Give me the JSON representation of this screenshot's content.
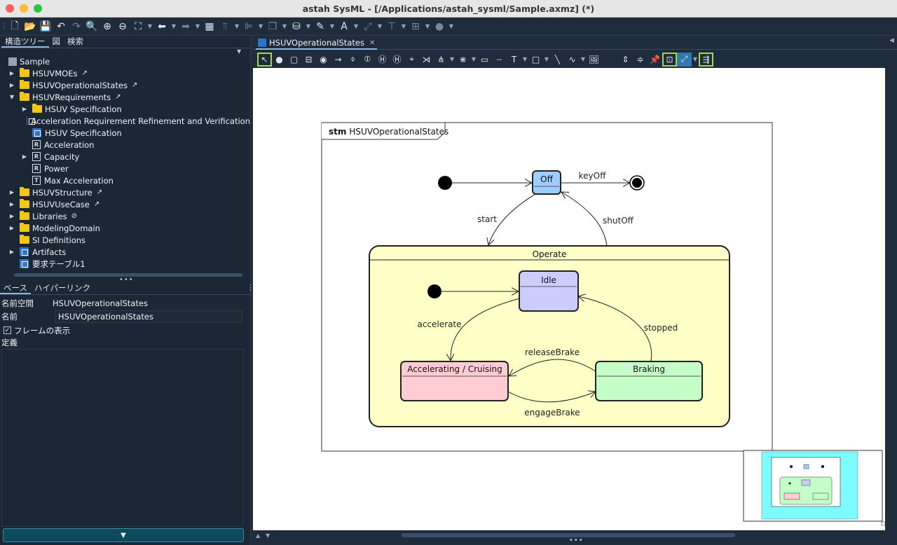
{
  "window": {
    "title": "astah SysML - [/Applications/astah_sysml/Sample.axmz] (*)"
  },
  "left_tabs": [
    "構造ツリー",
    "図",
    "検索"
  ],
  "tree": {
    "root": "Sample",
    "items": [
      {
        "label": "HSUVMOEs",
        "depth": 0,
        "toggle": "▶",
        "icon": "folder-icon",
        "ext": "↗"
      },
      {
        "label": "HSUVOperationalStates",
        "depth": 0,
        "toggle": "▶",
        "icon": "folder-icon",
        "ext": "↗"
      },
      {
        "label": "HSUVRequirements",
        "depth": 0,
        "toggle": "▼",
        "icon": "folder-icon",
        "ext": "↗"
      },
      {
        "label": "HSUV Specification",
        "depth": 1,
        "toggle": "▶",
        "icon": "folder-icon",
        "ext": ""
      },
      {
        "label": "Acceleration Requirement Refinement and Verification",
        "depth": 1,
        "toggle": "",
        "icon": "diagram-icon",
        "ext": ""
      },
      {
        "label": "HSUV Specification",
        "depth": 1,
        "toggle": "",
        "icon": "diagram-icon",
        "ext": ""
      },
      {
        "label": "Acceleration",
        "depth": 1,
        "toggle": "",
        "icon": "requirement-icon",
        "ext": ""
      },
      {
        "label": "Capacity",
        "depth": 1,
        "toggle": "▶",
        "icon": "requirement-icon",
        "ext": ""
      },
      {
        "label": "Power",
        "depth": 1,
        "toggle": "",
        "icon": "requirement-icon",
        "ext": ""
      },
      {
        "label": "Max Acceleration",
        "depth": 1,
        "toggle": "",
        "icon": "text-icon",
        "ext": ""
      },
      {
        "label": "HSUVStructure",
        "depth": 0,
        "toggle": "▶",
        "icon": "folder-icon",
        "ext": "↗"
      },
      {
        "label": "HSUVUseCase",
        "depth": 0,
        "toggle": "▶",
        "icon": "folder-icon",
        "ext": "↗"
      },
      {
        "label": "Libraries",
        "depth": 0,
        "toggle": "▶",
        "icon": "folder-icon",
        "ext": "⊘"
      },
      {
        "label": "ModelingDomain",
        "depth": 0,
        "toggle": "▶",
        "icon": "folder-icon",
        "ext": ""
      },
      {
        "label": "SI Definitions",
        "depth": 0,
        "toggle": "",
        "icon": "folder-icon",
        "ext": ""
      },
      {
        "label": "Artifacts",
        "depth": 0,
        "toggle": "▶",
        "icon": "artifact-icon",
        "ext": ""
      },
      {
        "label": "要求テーブル1",
        "depth": 0,
        "toggle": "",
        "icon": "table-icon",
        "ext": ""
      }
    ]
  },
  "props": {
    "tabs": [
      "ベース",
      "ハイパーリンク"
    ],
    "namespace_label": "名前空間",
    "namespace_value": "HSUVOperationalStates",
    "name_label": "名前",
    "name_value": "HSUVOperationalStates",
    "frame_checkbox_label": "フレームの表示",
    "definition_label": "定義",
    "collapse_button": "▼"
  },
  "diagram_tab": {
    "label": "HSUVOperationalStates",
    "close": "✕"
  },
  "diagram": {
    "frame_keyword": "stm",
    "frame_name": "HSUVOperationalStates",
    "states": {
      "off": "Off",
      "operate": "Operate",
      "idle": "Idle",
      "accelerating": "Accelerating / Cruising",
      "braking": "Braking"
    },
    "transitions": {
      "keyoff": "keyOff",
      "start": "start",
      "shutoff": "shutOff",
      "accelerate": "accelerate",
      "stopped": "stopped",
      "releasebrake": "releaseBrake",
      "engagebrake": "engageBrake"
    },
    "colors": {
      "off": "#9fcdff",
      "operate": "#ffffc8",
      "idle": "#ccccff",
      "accelerating": "#ffccd4",
      "braking": "#c4ffc8",
      "minimap_bg": "#7cfcff",
      "selection": "#a8d840"
    }
  }
}
